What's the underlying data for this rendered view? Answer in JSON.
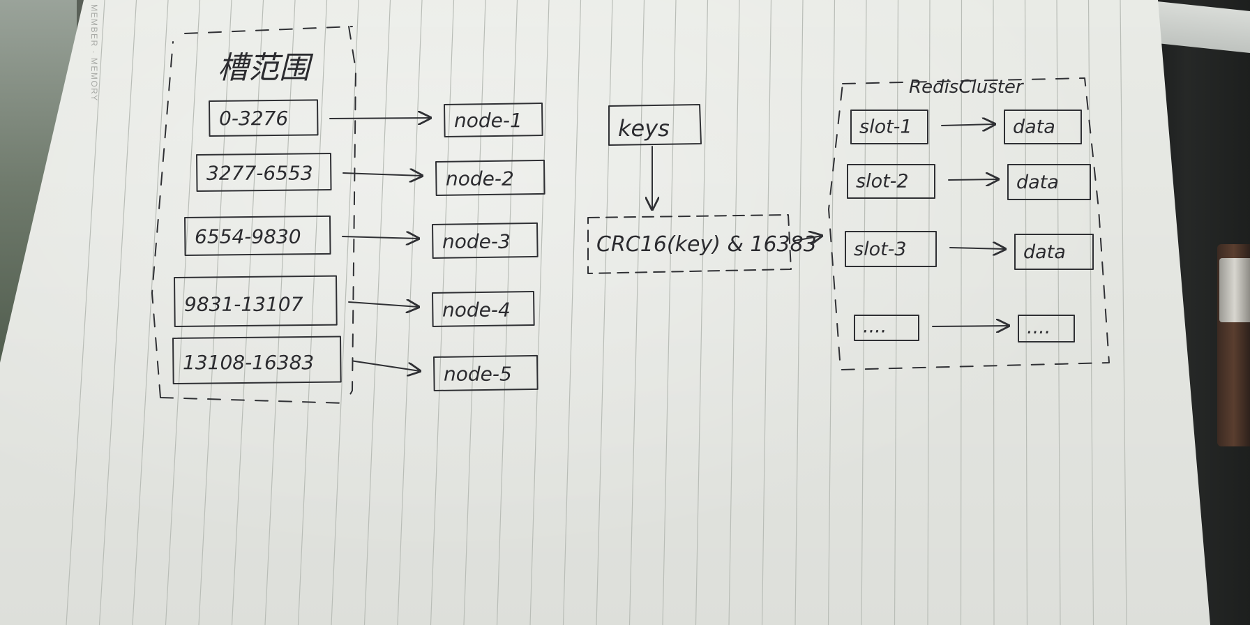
{
  "margin_print": "MEMBER · MEMORY",
  "title": "",
  "slot_range": {
    "heading": "槽范围",
    "ranges": [
      "0-3276",
      "3277-6553",
      "6554-9830",
      "9831-13107",
      "13108-16383"
    ]
  },
  "nodes": [
    "node-1",
    "node-2",
    "node-3",
    "node-4",
    "node-5"
  ],
  "hash": {
    "keys_label": "keys",
    "formula": "CRC16(key) & 16383"
  },
  "cluster": {
    "label": "RedisCluster",
    "slots": [
      "slot-1",
      "slot-2",
      "slot-3",
      "...."
    ],
    "data": [
      "data",
      "data",
      "data",
      "...."
    ]
  }
}
